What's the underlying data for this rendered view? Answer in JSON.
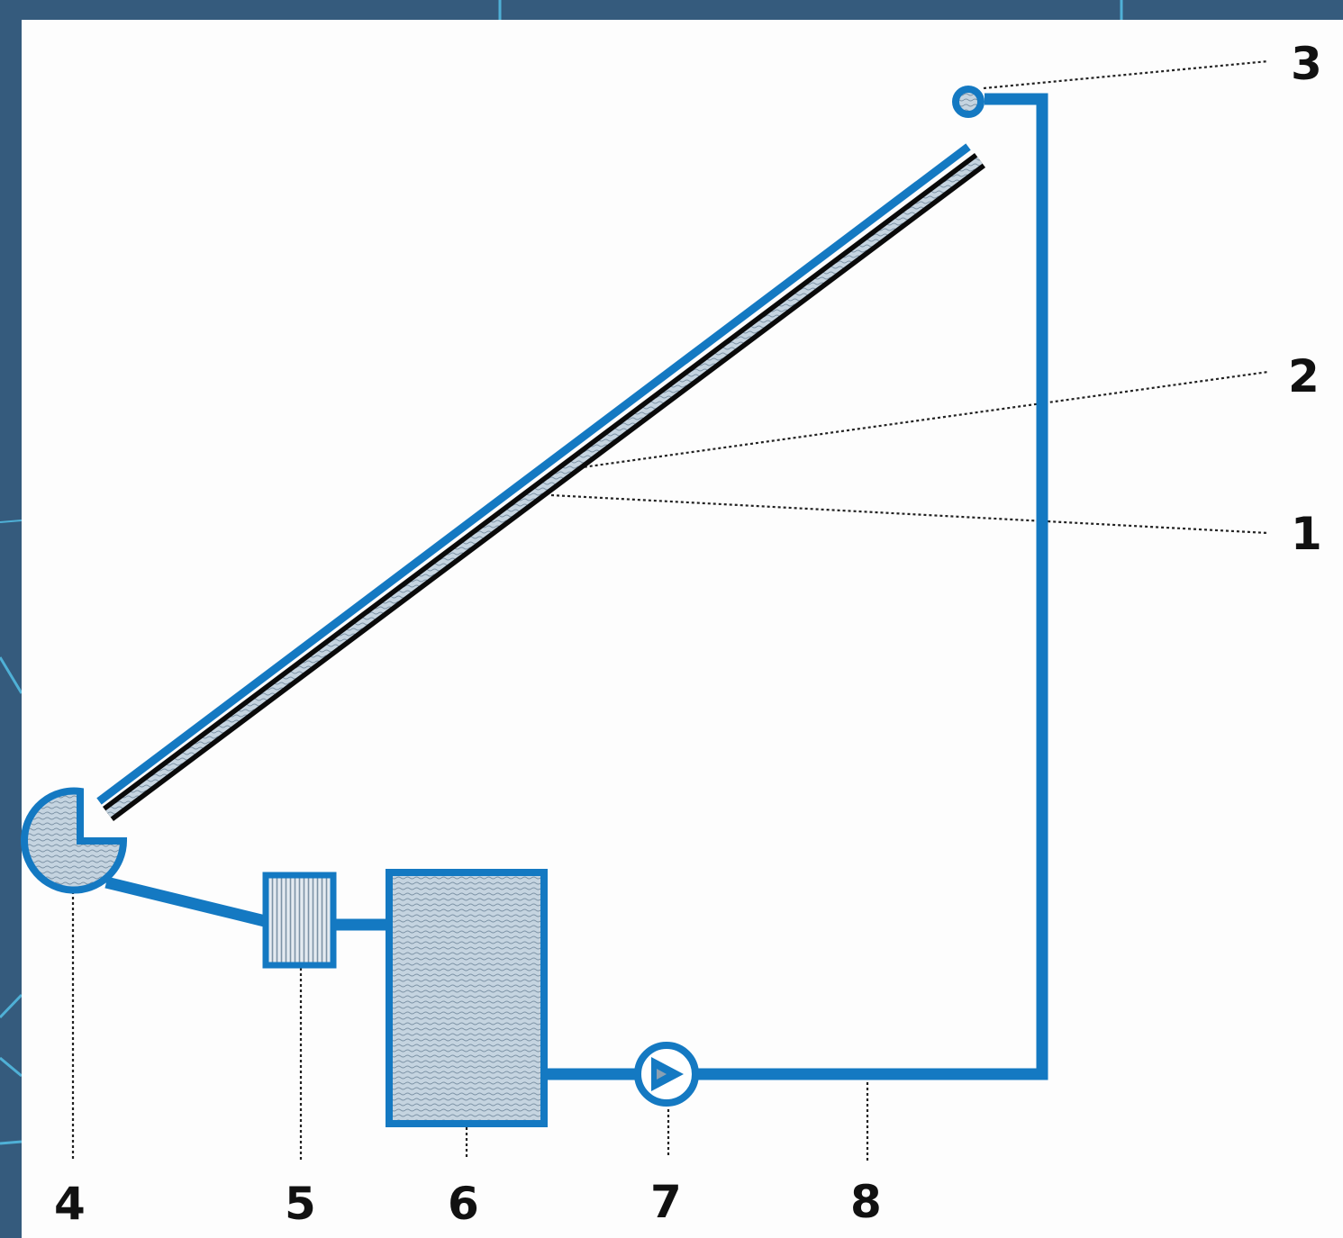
{
  "labels": {
    "one": "1",
    "two": "2",
    "three": "3",
    "four": "4",
    "five": "5",
    "six": "6",
    "seven": "7",
    "eight": "8"
  },
  "colors": {
    "pipe": "#1479c2",
    "fill": "#b9cbd9",
    "outline": "#0a0a0a",
    "frame": "#355b7d",
    "background": "#fdfdfd"
  }
}
